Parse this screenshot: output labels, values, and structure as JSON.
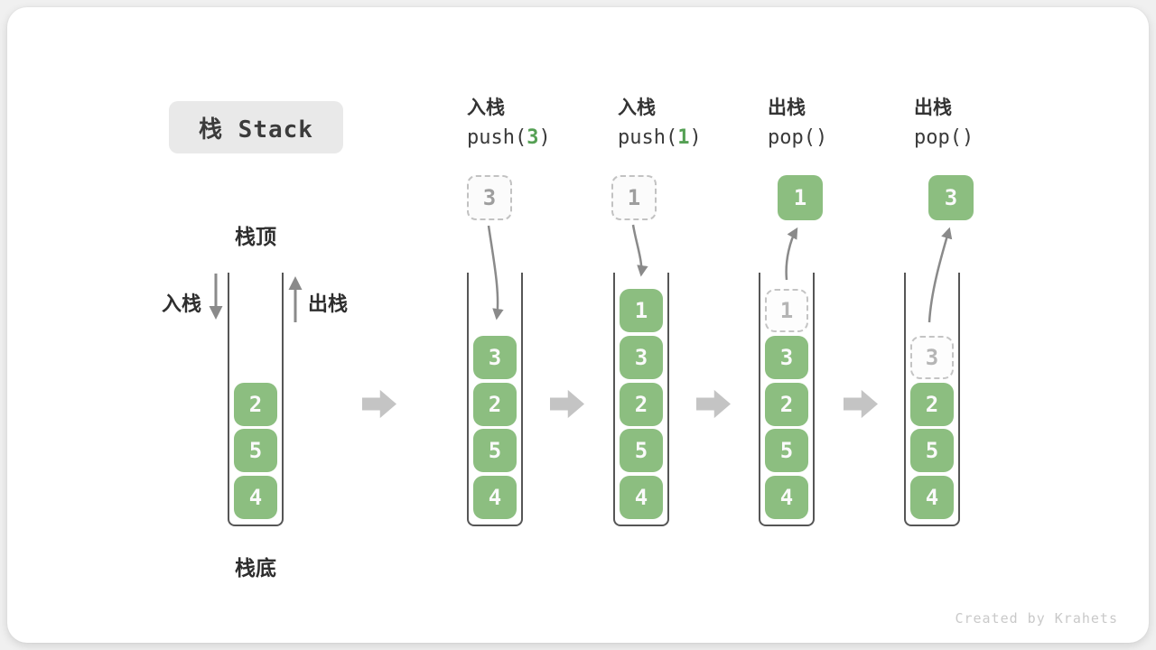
{
  "title": "栈 Stack",
  "labels": {
    "stack_top": "栈顶",
    "stack_bottom": "栈底",
    "push_side": "入栈",
    "pop_side": "出栈"
  },
  "watermark": "Created by Krahets",
  "colors": {
    "box_green": "#8cbe80",
    "code_green": "#55a054",
    "arrow_gray": "#8a8a8a",
    "block_arrow_gray": "#c4c4c4"
  },
  "columns": [
    {
      "header": null,
      "floating": null,
      "items": [
        {
          "v": "2"
        },
        {
          "v": "5"
        },
        {
          "v": "4"
        }
      ]
    },
    {
      "header": {
        "cn": "入栈",
        "code_pre": "push(",
        "arg": "3",
        "code_post": ")"
      },
      "floating": {
        "value": "3",
        "variant": "dashed"
      },
      "items": [
        {
          "v": "3"
        },
        {
          "v": "2"
        },
        {
          "v": "5"
        },
        {
          "v": "4"
        }
      ]
    },
    {
      "header": {
        "cn": "入栈",
        "code_pre": "push(",
        "arg": "1",
        "code_post": ")"
      },
      "floating": {
        "value": "1",
        "variant": "dashed"
      },
      "items": [
        {
          "v": "1"
        },
        {
          "v": "3"
        },
        {
          "v": "2"
        },
        {
          "v": "5"
        },
        {
          "v": "4"
        }
      ]
    },
    {
      "header": {
        "cn": "出栈",
        "code_pre": "pop(",
        "arg": "",
        "code_post": ")"
      },
      "floating": {
        "value": "1",
        "variant": "solid"
      },
      "items": [
        {
          "v": "1",
          "ghost": true
        },
        {
          "v": "3"
        },
        {
          "v": "2"
        },
        {
          "v": "5"
        },
        {
          "v": "4"
        }
      ]
    },
    {
      "header": {
        "cn": "出栈",
        "code_pre": "pop(",
        "arg": "",
        "code_post": ")"
      },
      "floating": {
        "value": "3",
        "variant": "solid"
      },
      "items": [
        {
          "v": "3",
          "ghost": true
        },
        {
          "v": "2"
        },
        {
          "v": "5"
        },
        {
          "v": "4"
        }
      ]
    }
  ]
}
